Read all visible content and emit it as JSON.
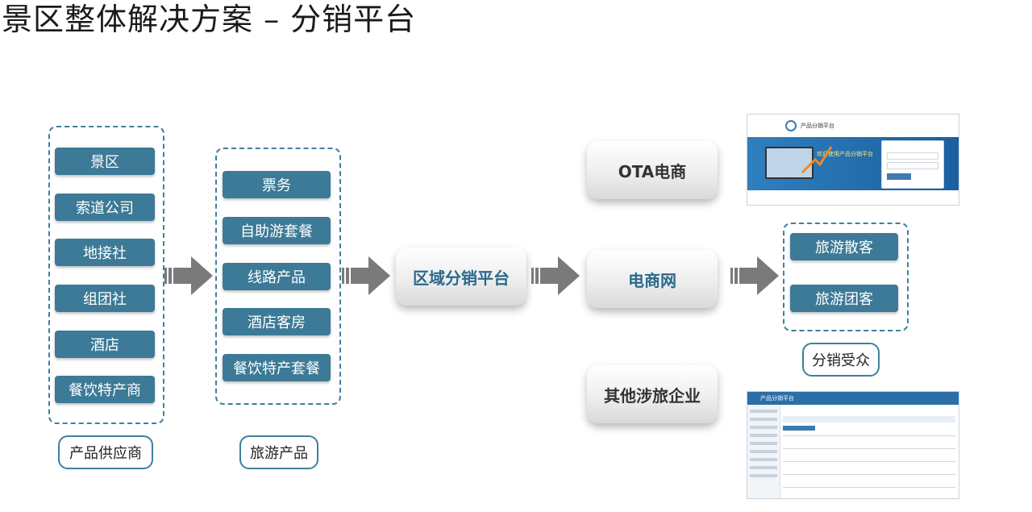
{
  "title": "景区整体解决方案 – 分销平台",
  "suppliers": {
    "items": [
      "景区",
      "索道公司",
      "地接社",
      "组团社",
      "酒店",
      "餐饮特产商"
    ],
    "label": "产品供应商"
  },
  "products": {
    "items": [
      "票务",
      "自助游套餐",
      "线路产品",
      "酒店客房",
      "餐饮特产套餐"
    ],
    "label": "旅游产品"
  },
  "platform": "区域分销平台",
  "channels": {
    "ota": "OTA电商",
    "ecommerce": "电商网",
    "other": "其他涉旅企业"
  },
  "audience": {
    "items": [
      "旅游散客",
      "旅游团客"
    ],
    "label": "分销受众"
  },
  "screenshots": {
    "login_title": "产品分销平台",
    "login_banner": "欢迎使用产品分销平台",
    "dashboard_title": "产品分销平台"
  },
  "colors": {
    "box": "#3c7a97",
    "border": "#3f7f9c",
    "arrow": "#7a7a7a"
  }
}
